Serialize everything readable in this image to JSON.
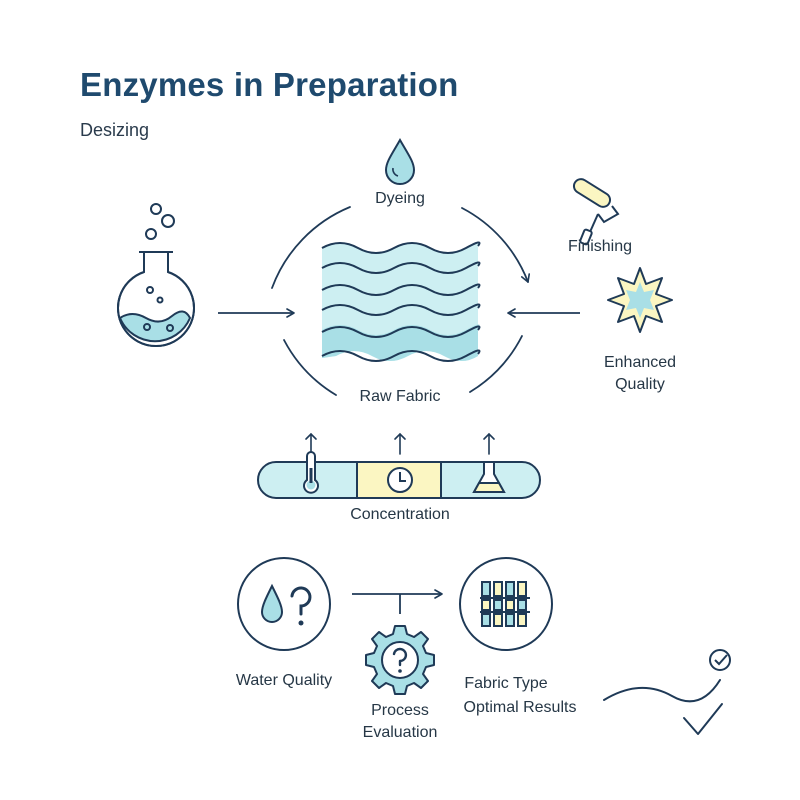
{
  "header": {
    "title": "Enzymes in Preparation",
    "subtitle": "Desizing"
  },
  "cycle": {
    "top_label": "Dyeing",
    "center_label": "Raw Fabric",
    "right_top_label": "Finishing",
    "right_bottom_label_line1": "Enhanced",
    "right_bottom_label_line2": "Quality"
  },
  "conditions": {
    "bar_label": "Concentration"
  },
  "factors": {
    "water_label": "Water Quality",
    "process_label_line1": "Process",
    "process_label_line2": "Evaluation",
    "fabric_label": "Fabric Type",
    "results_label": "Optimal Results"
  },
  "colors": {
    "stroke": "#1f3a57",
    "accent_teal": "#a9dfe6",
    "light_teal": "#cdeff2",
    "accent_yellow": "#fbf6c2"
  }
}
